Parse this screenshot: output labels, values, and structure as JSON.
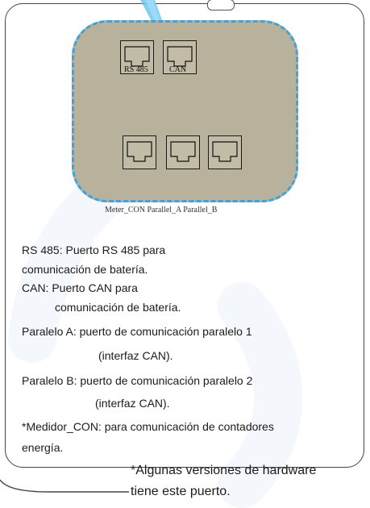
{
  "panel": {
    "top_ports": [
      {
        "name": "rs485-port",
        "label": "RS 485"
      },
      {
        "name": "can-port",
        "label": "CAN"
      }
    ],
    "bottom_ports_caption": "Meter_CON Parallel_A Parallel_B"
  },
  "descriptions": [
    "RS 485: Puerto RS 485 para",
    "comunicación de batería.",
    "CAN: Puerto CAN para",
    "comunicación de batería.",
    "Paralelo A: puerto de comunicación paralelo 1",
    "(interfaz CAN).",
    "Paralelo B: puerto de comunicación paralelo 2",
    "(interfaz CAN).",
    "*Medidor_CON: para comunicación de contadores",
    "energía."
  ],
  "note": {
    "line1": "*Algunas versiones de hardware",
    "line2": "tiene este puerto."
  },
  "colors": {
    "panel_fill": "#b8b19b",
    "panel_border": "#3aa3e3",
    "pointer": "#6ec6f0"
  }
}
